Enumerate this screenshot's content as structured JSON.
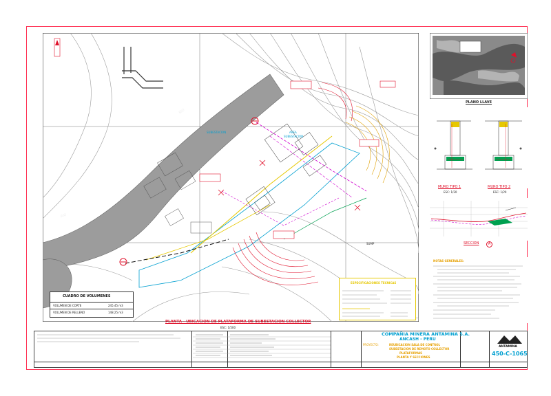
{
  "plan": {
    "title": "PLANTA - UBICACION DE PLATAFORMA DE SUBESTACION COLLECTOR",
    "scale": "ESC: 1/500",
    "label_rio": "RIO",
    "label_sump": "SUMP",
    "label_area_top": "SUBESTACION",
    "label_sub_center_1": "AREA",
    "label_sub_center_2": "SUBESTACION"
  },
  "volumes": {
    "title": "CUADRO DE VOLUMENES",
    "row1_label": "VOLUMEN DE CORTE",
    "row1_value": "245.45 m3",
    "row2_label": "VOLUMEN DE RELLENO",
    "row2_value": "148.25 m3"
  },
  "key_map": {
    "title": "PLANO LLAVE"
  },
  "walls": {
    "wall1": "MURO TIPO 1",
    "wall2": "MURO TIPO 2",
    "scale": "ESC: 1/20"
  },
  "section": {
    "title": "SECCION",
    "letter": "A"
  },
  "notes": {
    "title": "NOTAS GENERALES:"
  },
  "specs": {
    "title": "ESPECIFICACIONES TECNICAS"
  },
  "company": {
    "name": "COMPAÑIA MINERA ANTAMINA S.A.",
    "location": "ANCASH - PERU",
    "project": "PROYECTO:",
    "sub1": "REUBICACION SALA DE CONTROL",
    "sub2": "SUBESTACION DE REMOTO COLLECTOR",
    "sub3": "PLATAFORMAS",
    "sub4": "PLANTA Y SECCIONES",
    "logo": "ANTAMINA",
    "drawing_no": "450-C-1065"
  },
  "colors": {
    "frame": "#ff3355",
    "river": "#9c9c9c",
    "contour": "#9a9a9a",
    "red": "#e0102a",
    "magenta": "#d000d0",
    "cyan": "#009fd0",
    "yellow": "#e6c800",
    "green": "#00a050"
  }
}
